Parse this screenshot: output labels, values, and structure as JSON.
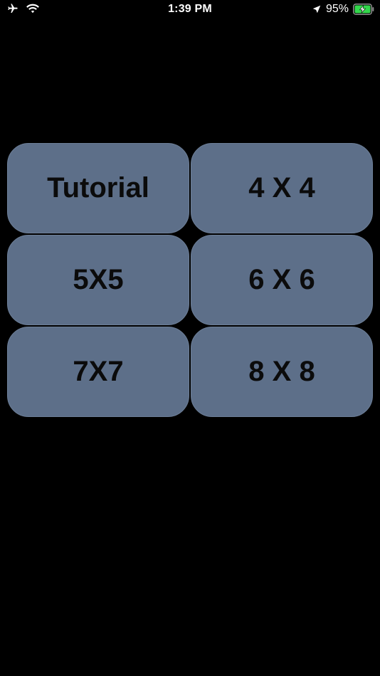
{
  "status_bar": {
    "time": "1:39 PM",
    "battery_percent": "95%",
    "icons": {
      "left": [
        "airplane-icon",
        "wifi-icon"
      ],
      "right": [
        "location-arrow-icon",
        "battery-charging-icon"
      ]
    },
    "colors": {
      "battery_fill": "#32d74b"
    }
  },
  "modes": {
    "tutorial_label": "Tutorial",
    "grid_4_label": "4 X 4",
    "grid_5_label": "5X5",
    "grid_6_label": "6 X 6",
    "grid_7_label": "7X7",
    "grid_8_label": "8 X 8"
  },
  "colors": {
    "background": "#000000",
    "button_fill": "#5d6f89",
    "button_text": "#0b0b0b"
  }
}
